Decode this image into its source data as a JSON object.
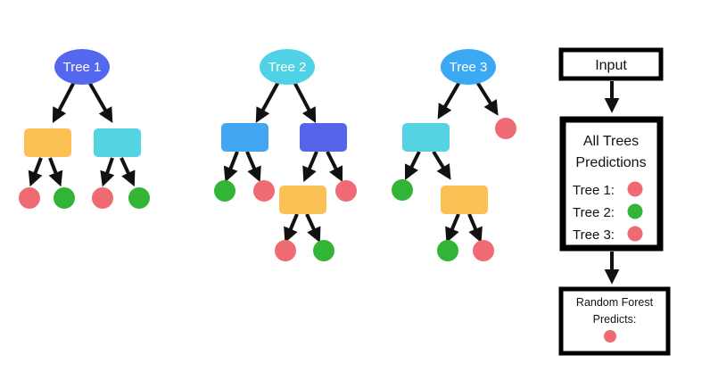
{
  "trees": [
    {
      "label": "Tree 1",
      "root_color": "#5468ee"
    },
    {
      "label": "Tree 2",
      "root_color": "#4fd2e6"
    },
    {
      "label": "Tree 3",
      "root_color": "#3aa8f2"
    }
  ],
  "colors": {
    "orange": "#fcc155",
    "cyan": "#54d3e3",
    "blue": "#43a6f2",
    "indigo": "#5465ea",
    "red": "#f06a73",
    "green": "#32b536",
    "arrow": "#111111",
    "box_border": "#000000"
  },
  "aggregation": {
    "input_label": "Input",
    "predictions_title_line1": "All Trees",
    "predictions_title_line2": "Predictions",
    "rows": [
      {
        "label": "Tree 1:",
        "class": "red"
      },
      {
        "label": "Tree 2:",
        "class": "green"
      },
      {
        "label": "Tree 3:",
        "class": "red"
      }
    ],
    "result_title_line1": "Random Forest",
    "result_title_line2": "Predicts:",
    "result_class": "red"
  }
}
